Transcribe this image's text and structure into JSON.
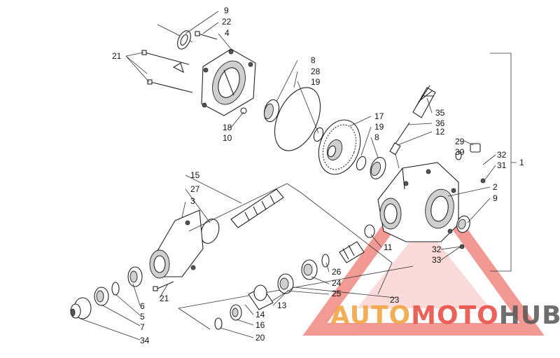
{
  "diagram": {
    "callouts": {
      "c9a": "9",
      "c22": "22",
      "c4": "4",
      "c21a": "21",
      "c8a": "8",
      "c28": "28",
      "c19a": "19",
      "c18": "18",
      "c10": "10",
      "c17": "17",
      "c19b": "19",
      "c8b": "8",
      "c35": "35",
      "c36": "36",
      "c12": "12",
      "c29": "29",
      "c30": "30",
      "c32a": "32",
      "c31": "31",
      "c1": "1",
      "c2": "2",
      "c9b": "9",
      "c15": "15",
      "c27": "27",
      "c3": "3",
      "c11": "11",
      "c32b": "32",
      "c33": "33",
      "c26": "26",
      "c24": "24",
      "c25": "25",
      "c23": "23",
      "c21b": "21",
      "c6": "6",
      "c5": "5",
      "c7": "7",
      "c34": "34",
      "c13": "13",
      "c14": "14",
      "c16": "16",
      "c20": "20"
    }
  },
  "watermark": {
    "brand_part1": "AUTO",
    "brand_part2": "MOTO",
    "brand_part3": "HUB",
    "colors": {
      "orange": "#f0a23a",
      "red": "#e8473d",
      "gray": "#555555"
    }
  }
}
